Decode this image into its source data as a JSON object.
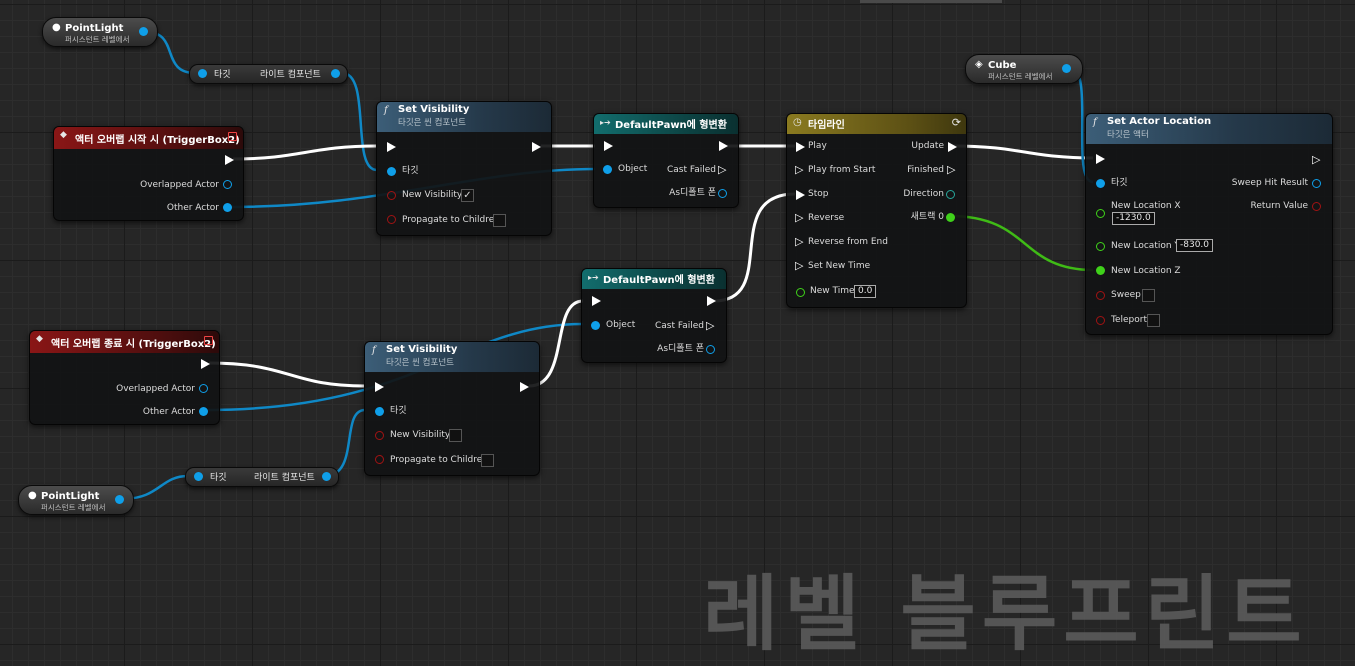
{
  "graph": {
    "watermark": "레벨 블루프린트",
    "colors": {
      "exec": "#ffffff",
      "object": "#0f88c6",
      "vector": "#3fbb16",
      "event_header": "#8a1616",
      "function_header": "#3c5e78",
      "cast_header": "#126d6d",
      "timeline_header": "#8a7a20",
      "grid_bg": "#262626"
    }
  },
  "nodes": {
    "pointlight_top": {
      "title": "PointLight",
      "subtitle": "퍼시스턴트 레벨에서",
      "icon": "lightbulb-icon"
    },
    "light_comp_top": {
      "left": "타깃",
      "right": "라이트 컴포넌트"
    },
    "event_begin": {
      "title": "액터 오버랩 시작 시 (TriggerBox2)",
      "pins": [
        "Overlapped Actor",
        "Other Actor"
      ]
    },
    "setvis_top": {
      "title": "Set Visibility",
      "subtitle": "타깃은 씬 컴포넌트",
      "target": "타깃",
      "new_visibility": "New Visibility",
      "new_visibility_checked": "✓",
      "propagate": "Propagate to Children"
    },
    "cast_top": {
      "title": "DefaultPawn에 형변환",
      "object": "Object",
      "cast_failed": "Cast Failed",
      "as_pawn": "As디폴트 폰"
    },
    "timeline": {
      "title": "타임라인",
      "inputs": [
        "Play",
        "Play from Start",
        "Stop",
        "Reverse",
        "Reverse from End",
        "Set New Time",
        "New Time"
      ],
      "new_time_value": "0.0",
      "outputs": [
        "Update",
        "Finished",
        "Direction",
        "새트랙 0"
      ]
    },
    "cube": {
      "title": "Cube",
      "subtitle": "퍼시스턴트 레벨에서",
      "icon": "cube-icon"
    },
    "set_actor_location": {
      "title": "Set Actor Location",
      "subtitle": "타깃은 액터",
      "target": "타깃",
      "new_x": "New Location X",
      "new_x_value": "-1230.0",
      "new_y": "New Location Y",
      "new_y_value": "-830.0",
      "new_z": "New Location Z",
      "sweep": "Sweep",
      "teleport": "Teleport",
      "sweep_hit": "Sweep Hit Result",
      "return_value": "Return Value"
    },
    "cast_bottom": {
      "title": "DefaultPawn에 형변환",
      "object": "Object",
      "cast_failed": "Cast Failed",
      "as_pawn": "As디폴트 폰"
    },
    "event_end": {
      "title": "액터 오버랩 종료 시 (TriggerBox2)",
      "pins": [
        "Overlapped Actor",
        "Other Actor"
      ]
    },
    "setvis_bottom": {
      "title": "Set Visibility",
      "subtitle": "타깃은 씬 컴포넌트",
      "target": "타깃",
      "new_visibility": "New Visibility",
      "propagate": "Propagate to Children"
    },
    "light_comp_bottom": {
      "left": "타깃",
      "right": "라이트 컴포넌트"
    },
    "pointlight_bottom": {
      "title": "PointLight",
      "subtitle": "퍼시스턴트 레벨에서",
      "icon": "lightbulb-icon"
    }
  }
}
